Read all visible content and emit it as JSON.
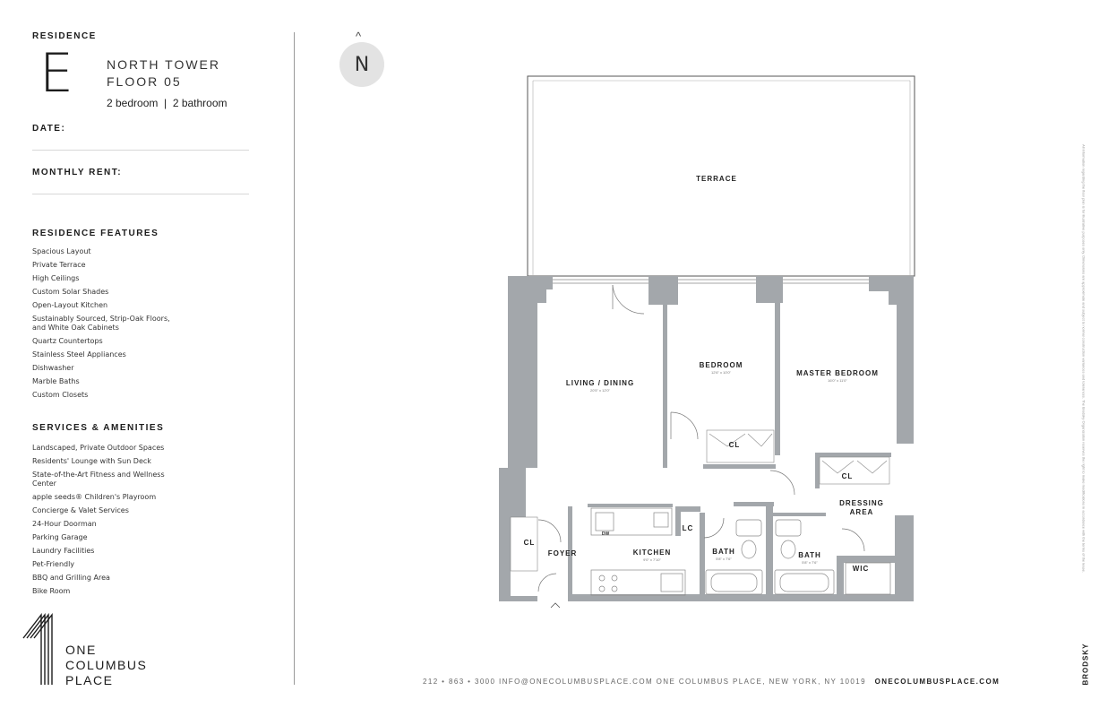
{
  "sidebar": {
    "residence_label": "RESIDENCE",
    "unit_letter": "E",
    "tower_line1": "NORTH TOWER",
    "tower_line2": "FLOOR 05",
    "beds_baths": "2 bedroom  |  2 bathroom",
    "date_label": "DATE:",
    "rent_label": "MONTHLY RENT:",
    "features_title": "RESIDENCE FEATURES",
    "features": [
      "Spacious Layout",
      "Private Terrace",
      "High Ceilings",
      "Custom Solar Shades",
      "Open-Layout Kitchen",
      "Sustainably Sourced, Strip-Oak Floors, and White Oak Cabinets",
      "Quartz Countertops",
      "Stainless Steel Appliances",
      "Dishwasher",
      "Marble Baths",
      "Custom Closets"
    ],
    "amenities_title": "SERVICES & AMENITIES",
    "amenities": [
      "Landscaped, Private Outdoor Spaces",
      "Residents' Lounge with Sun Deck",
      "State-of-the-Art Fitness and Wellness Center",
      "apple seeds® Children's Playroom",
      "Concierge & Valet Services",
      "24-Hour Doorman",
      "Parking Garage",
      "Laundry Facilities",
      "Pet-Friendly",
      "BBQ and Grilling Area",
      "Bike Room"
    ],
    "logo_line1": "ONE",
    "logo_line2": "COLUMBUS",
    "logo_line3": "PLACE"
  },
  "compass": {
    "chevron": "^",
    "letter": "N"
  },
  "plan": {
    "terrace": "TERRACE",
    "living": "LIVING / DINING",
    "living_dim": "20'5\" x 12'0\"",
    "bedroom": "BEDROOM",
    "bedroom_dim": "12'6\" x 10'0\"",
    "master": "MASTER BEDROOM",
    "master_dim": "16'0\" x 11'0\"",
    "cl": "CL",
    "dressing1": "DRESSING",
    "dressing2": "AREA",
    "foyer": "FOYER",
    "kitchen": "KITCHEN",
    "kitchen_dim": "9'0\" x 7'10\"",
    "dw": "DW",
    "lc": "LC",
    "bath": "BATH",
    "bath1_dim": "5'8\" x 7'6\"",
    "bath2_dim": "5'8\" x 7'6\"",
    "wic": "WIC"
  },
  "footer": {
    "contact": "212 • 863 • 3000   INFO@ONECOLUMBUSPLACE.COM   ONE COLUMBUS PLACE, NEW YORK, NY 10019",
    "website": "ONECOLUMBUSPLACE.COM"
  },
  "side": {
    "brodsky": "BRODSKY",
    "disclaimer": "All information regarding the floor plan is for illustrative purposes only. Dimensions are approximate and subject to normal construction variances and tolerances. The Brodsky Organization reserves the right to make modifications in accordance with the terms of the lease."
  }
}
